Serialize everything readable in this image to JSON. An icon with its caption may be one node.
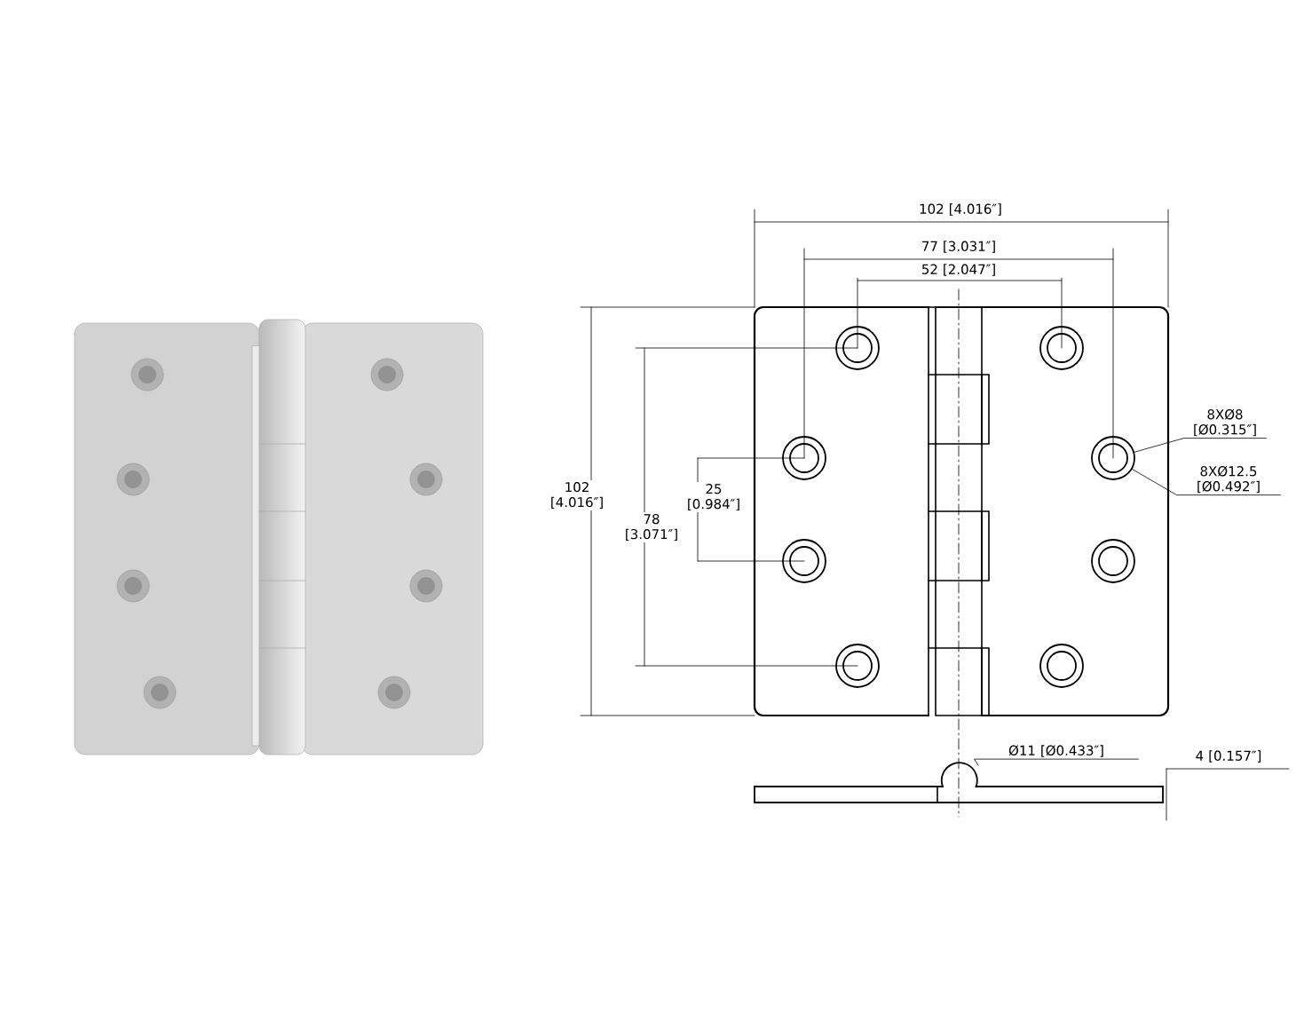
{
  "diagram": {
    "nodes": [
      {
        "text": [
          "8XØ8 [Ø0.315″]"
        ]
      },
      {
        "text": [
          "8XØ12.5 [Ø0.492″]"
        ]
      },
      {
        "text": [
          "Ø11 [Ø0.433″]"
        ]
      },
      {
        "text": [],
        "shape": "circle"
      }
    ],
    "edges": [
      {
        "from": 0,
        "to": 3,
        "arrow": "none"
      },
      {
        "from": 1,
        "to": 3,
        "arrow": "none"
      },
      {
        "from": 2,
        "to": null,
        "arrow": "none"
      }
    ],
    "labels": [
      "102 [4.016″]",
      "77 [3.031″]",
      "52 [2.047″]",
      "102 [4.016″]",
      "25 [0.984″]",
      "78 [3.071″]",
      "4 [0.157″]"
    ]
  }
}
